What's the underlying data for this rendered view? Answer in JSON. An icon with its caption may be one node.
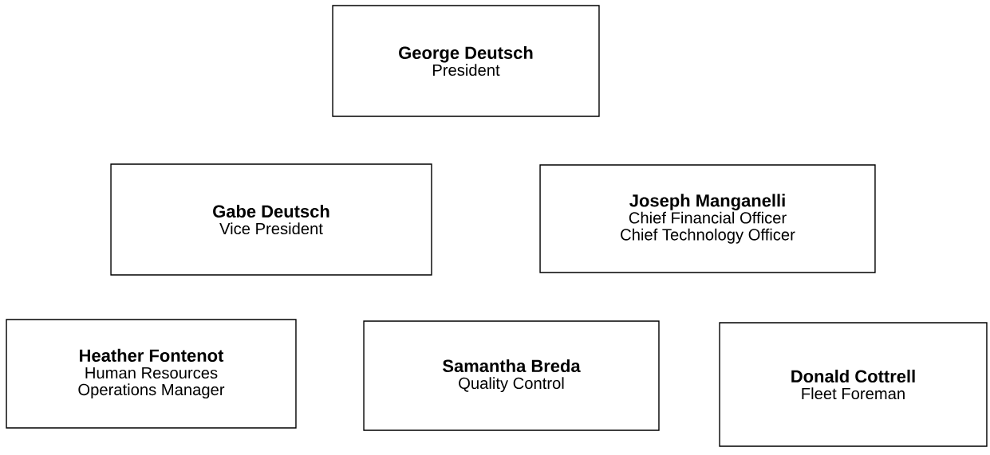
{
  "diagram": {
    "nodes": [
      {
        "text": [
          "George Deutsch",
          "President"
        ]
      },
      {
        "text": [
          "Gabe Deutsch",
          "Vice President"
        ]
      },
      {
        "text": [
          "Joseph Manganelli",
          "Chief Financial Officer",
          "Chief Technology Officer"
        ]
      },
      {
        "text": [
          "Heather Fontenot",
          "Human Resources",
          "Operations Manager"
        ]
      },
      {
        "text": [
          "Samantha Breda",
          "Quality Control"
        ]
      },
      {
        "text": [
          "Donald Cottrell",
          "Fleet Foreman"
        ]
      }
    ]
  }
}
